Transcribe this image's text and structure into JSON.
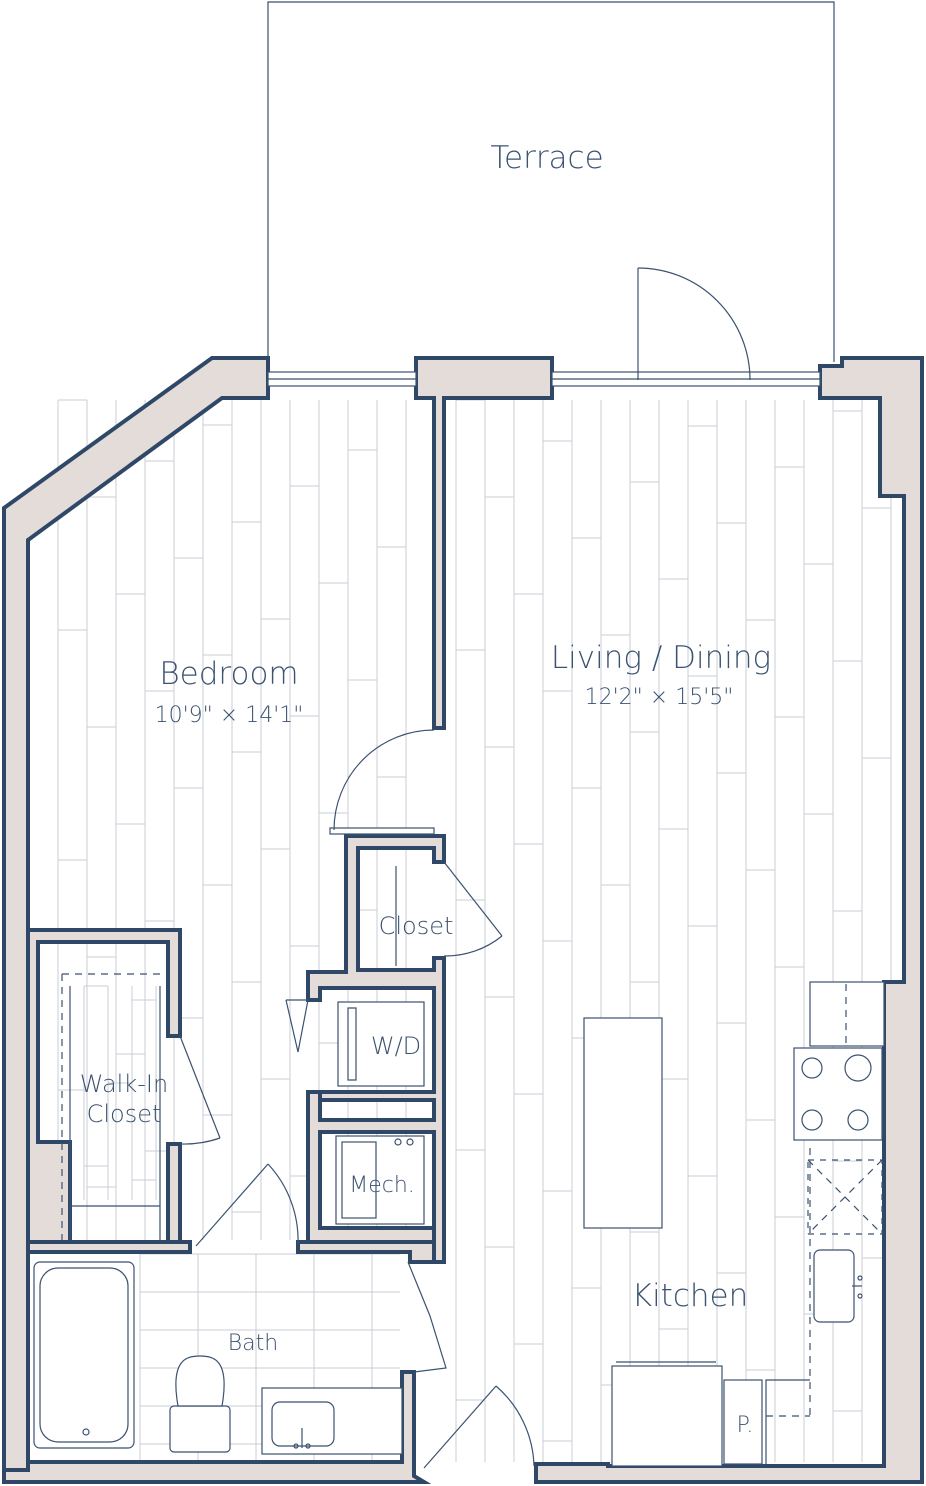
{
  "floorplan": {
    "rooms": {
      "terrace": {
        "name": "Terrace"
      },
      "bedroom": {
        "name": "Bedroom",
        "dimensions": "10'9\" × 14'1\""
      },
      "living_dining": {
        "name": "Living / Dining",
        "dimensions": "12'2\" × 15'5\""
      },
      "closet": {
        "name": "Closet"
      },
      "washer_dryer": {
        "name": "W/D"
      },
      "walk_in_closet": {
        "name_line1": "Walk-In",
        "name_line2": "Closet"
      },
      "mechanical": {
        "name": "Mech."
      },
      "bath": {
        "name": "Bath"
      },
      "kitchen": {
        "name": "Kitchen"
      },
      "pantry": {
        "name": "P."
      }
    },
    "colors": {
      "wall_fill": "#e3dcd8",
      "wall_outline": "#2f4868",
      "line": "#3b5270",
      "floor_lines": "#c9ced6",
      "background": "#ffffff"
    }
  }
}
